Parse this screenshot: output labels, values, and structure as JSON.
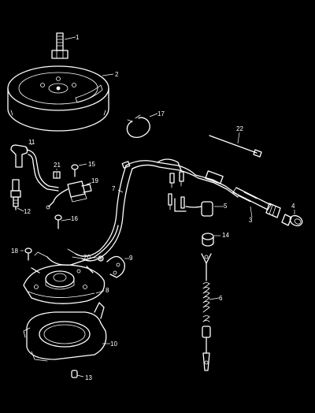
{
  "colors": {
    "background": "#000000",
    "line": "#ffffff"
  },
  "callouts": [
    "1",
    "2",
    "3",
    "4",
    "5",
    "6",
    "7",
    "8",
    "9",
    "10",
    "11",
    "12",
    "13",
    "14",
    "15",
    "16",
    "17",
    "18",
    "19",
    "20",
    "21",
    "22"
  ]
}
